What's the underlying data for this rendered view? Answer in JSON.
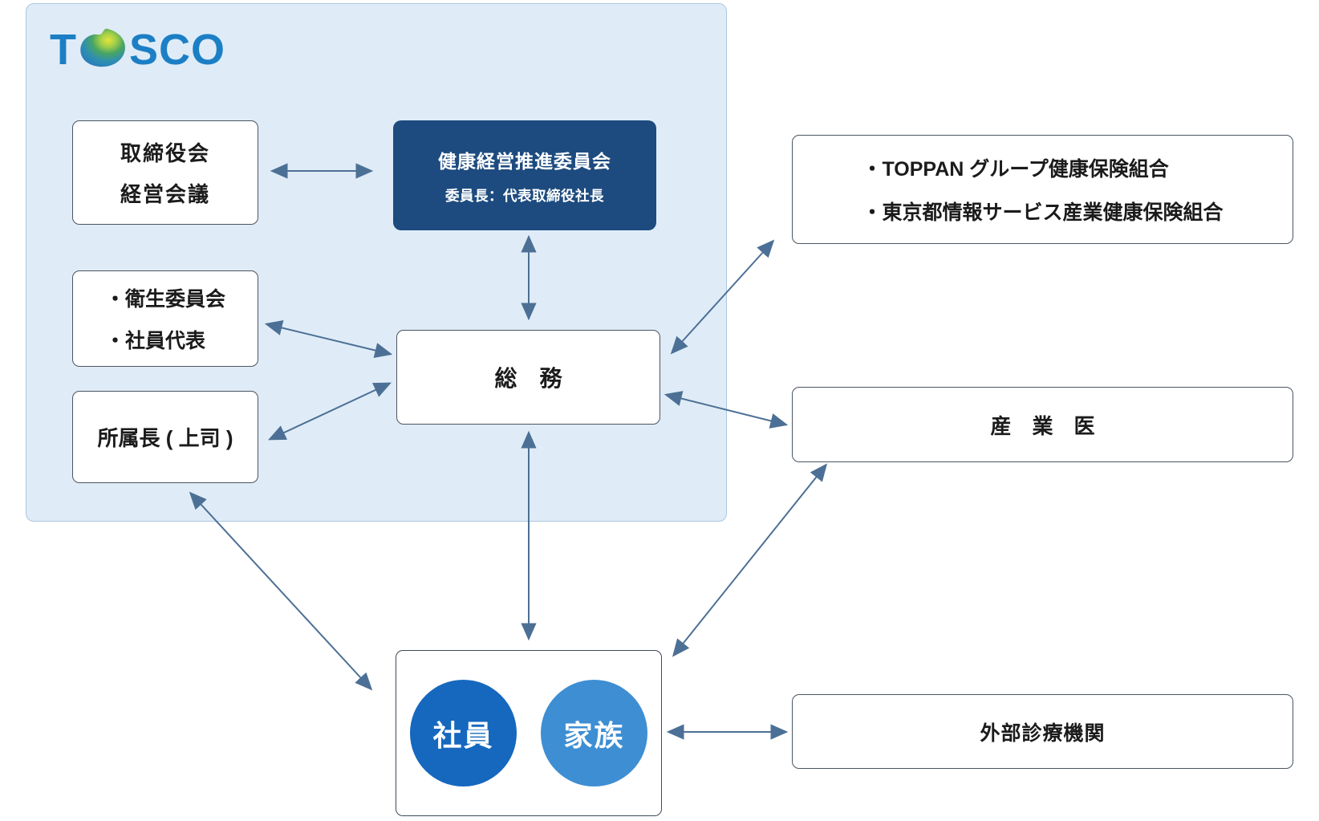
{
  "logo": {
    "text_left": "T",
    "text_right": "SCO",
    "color": "#1c7fc5"
  },
  "panel": {
    "bg": "#dfecf7",
    "border": "#abc6df"
  },
  "boxes": {
    "board": {
      "line1": "取締役会",
      "line2": "経営会議"
    },
    "committee": {
      "title": "健康経営推進委員会",
      "chair": "委員長：代表取締役社長",
      "bg": "#1d4b7f"
    },
    "hygiene": {
      "line1": "・衛生委員会",
      "line2": "・社員代表"
    },
    "manager": {
      "label": "所属長 ( 上司 )"
    },
    "general_affairs": {
      "label": "総　務"
    },
    "insurance": {
      "line1": "・TOPPAN グループ健康保険組合",
      "line2": "・東京都情報サービス産業健康保険組合"
    },
    "occupational_physician": {
      "label": "産　業　医"
    },
    "external_clinic": {
      "label": "外部診療機関"
    },
    "people": {
      "employee": {
        "label": "社員",
        "color": "#1568be"
      },
      "family": {
        "label": "家族",
        "color": "#3e8ed3"
      }
    }
  },
  "arrow_color": "#4c7095"
}
